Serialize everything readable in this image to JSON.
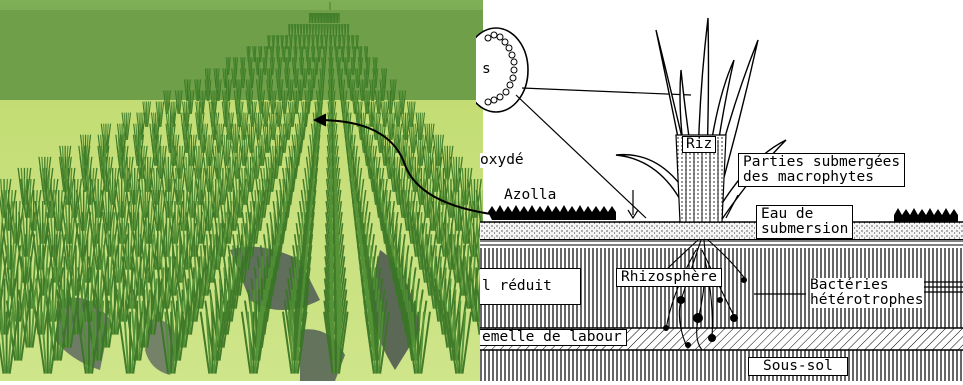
{
  "figure": {
    "labels": {
      "oxide": "oxydé",
      "azolla": "Azolla",
      "rice": "Riz",
      "submerged_parts": [
        "Parties submergées",
        "des macrophytes"
      ],
      "flood_water": [
        "Eau de",
        "submersion"
      ],
      "reduced_soil": "l réduit",
      "rhizosphere": "Rhizosphère",
      "heterotrophic_bacteria": [
        "Bactéries",
        "hétérotrophes"
      ],
      "plow_pan": "emelle de labour",
      "subsoil": "Sous-sol",
      "cell_fragment": "s"
    },
    "colors": {
      "paddy_green": "#5f9a3c",
      "azolla_yellow_green": "#c8e07a",
      "water_dark": "#4d5a55"
    }
  }
}
